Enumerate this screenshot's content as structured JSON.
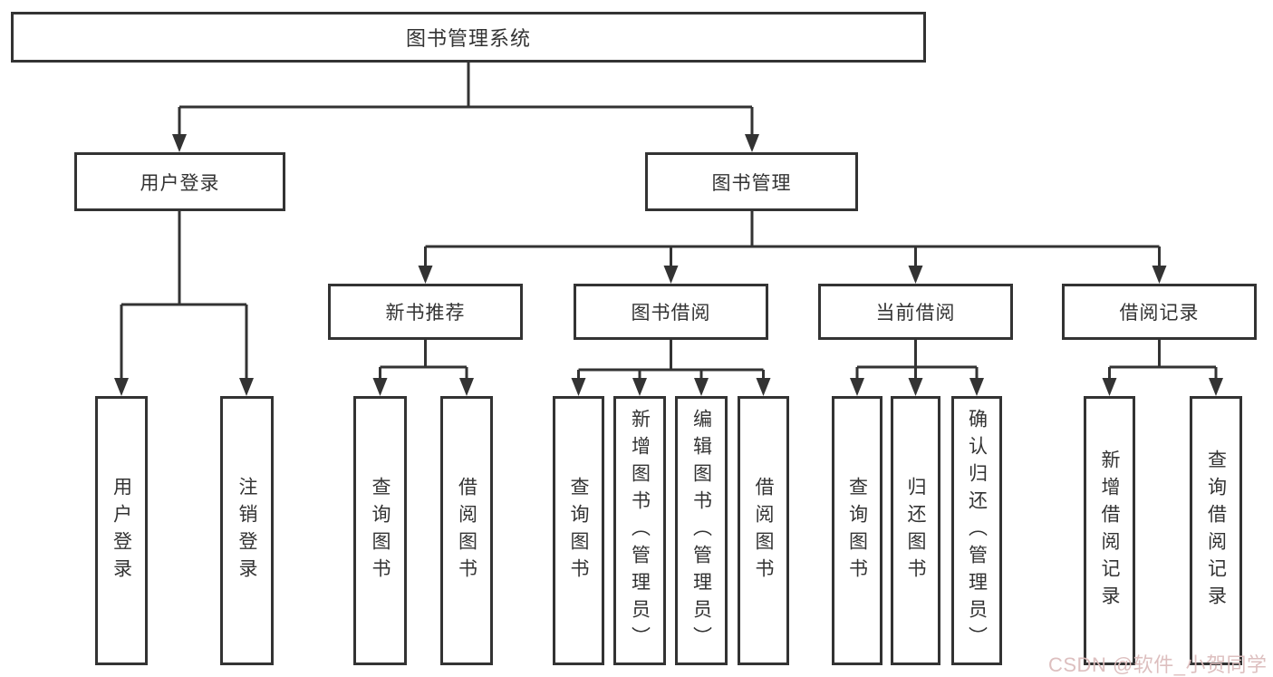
{
  "page": {
    "background": "#ffffff",
    "line_color": "#333333",
    "text_color": "#333333"
  },
  "nodes": {
    "root": "图书管理系统",
    "l2": [
      "用户登录",
      "图书管理"
    ],
    "l3": [
      "新书推荐",
      "图书借阅",
      "当前借阅",
      "借阅记录"
    ],
    "leaves_login": [
      "用户登录",
      "注销登录"
    ],
    "leaves_recommend": [
      "查询图书",
      "借阅图书"
    ],
    "leaves_borrow": [
      "查询图书",
      "新增图书（管理员）",
      "编辑图书（管理员）",
      "借阅图书"
    ],
    "leaves_current": [
      "查询图书",
      "归还图书",
      "确认归还（管理员）"
    ],
    "leaves_records": [
      "新增借阅记录",
      "查询借阅记录"
    ]
  },
  "watermark": {
    "text": "CSDN @软件_小贺同学",
    "color": "#dbbcbc"
  }
}
